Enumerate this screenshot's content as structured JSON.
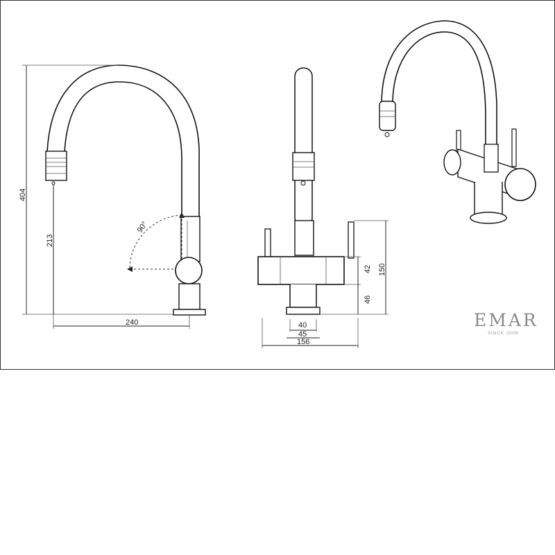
{
  "dimensions": {
    "height_total": "404",
    "spout_height": "213",
    "reach": "240",
    "rotation_angle": "90°",
    "body_height": "42",
    "total_height_front": "150",
    "base_height": "46",
    "base_diameter": "40",
    "base_outer": "45",
    "width_total": "156"
  },
  "brand": {
    "name": "EMAR",
    "tagline": "SINCE 2008"
  }
}
